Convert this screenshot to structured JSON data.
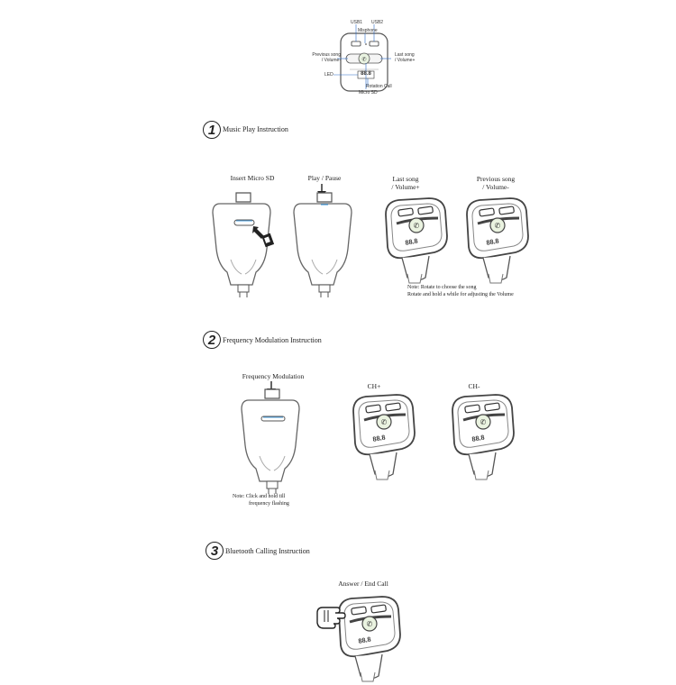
{
  "top_diagram": {
    "usb1": "USB1",
    "usb2": "USB2",
    "microphone": "Misphone",
    "previous_song": "Previous song\n/ Volume-",
    "last_song": "Last song\n/ Volume+",
    "led": "LED",
    "rotation_call": "Rotation Call",
    "micro_sd": "Micro SD",
    "display": "88.8"
  },
  "section1": {
    "number": "1",
    "title": "Music Play Instruction",
    "insert_sd": "Insert Micro SD",
    "play_pause": "Play / Pause",
    "last_song": "Last song\n/ Volume+",
    "previous_song": "Previous song\n/ Volume-",
    "note_line1": "Note: Rotate to choose the song",
    "note_line2": "Rotate and hold a while for adjusting the Volume"
  },
  "section2": {
    "number": "2",
    "title": "Frequency Modulation Instruction",
    "freq_mod": "Frequency Modulation",
    "ch_plus": "CH+",
    "ch_minus": "CH-",
    "note_line1": "Note: Click and hold till",
    "note_line2": "frequency flashing"
  },
  "section3": {
    "number": "3",
    "title": "Bluetooth Calling Instruction",
    "answer": "Answer / End Call"
  }
}
